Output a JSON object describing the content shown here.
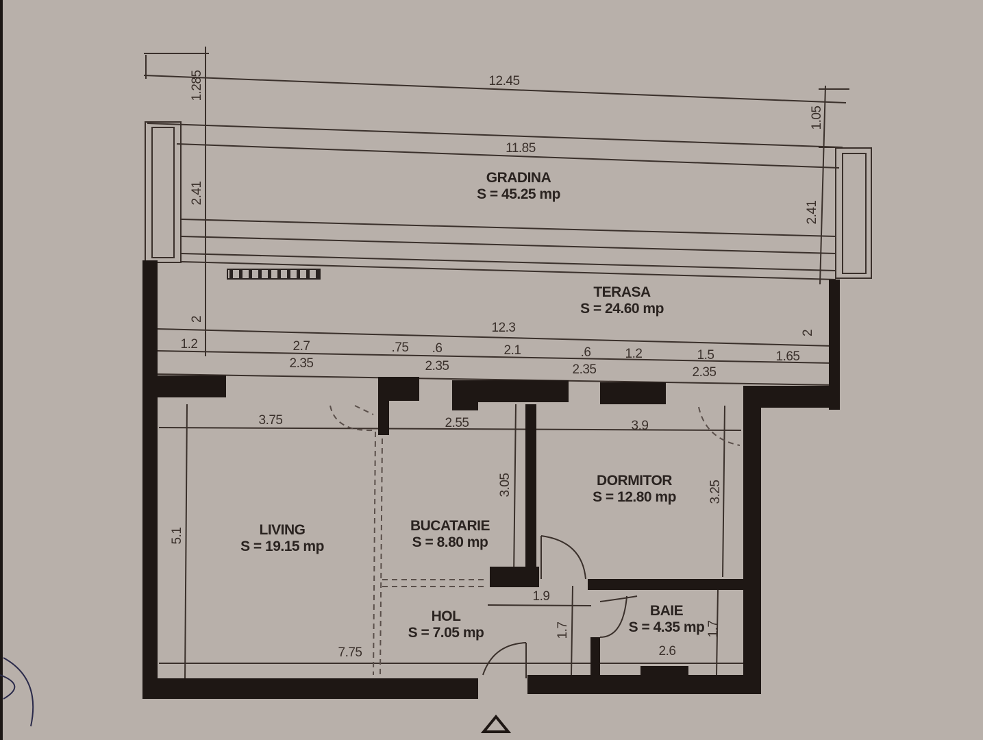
{
  "plan": {
    "rooms": [
      {
        "id": "gradina",
        "name": "GRADINA",
        "area": "S = 45.25 mp"
      },
      {
        "id": "terasa",
        "name": "TERASA",
        "area": "S = 24.60 mp"
      },
      {
        "id": "living",
        "name": "LIVING",
        "area": "S = 19.15 mp"
      },
      {
        "id": "bucatarie",
        "name": "BUCATARIE",
        "area": "S = 8.80 mp"
      },
      {
        "id": "dormitor",
        "name": "DORMITOR",
        "area": "S = 12.80 mp"
      },
      {
        "id": "hol",
        "name": "HOL",
        "area": "S = 7.05 mp"
      },
      {
        "id": "baie",
        "name": "BAIE",
        "area": "S = 4.35 mp"
      }
    ],
    "dimensions": {
      "overall_top": "12.45",
      "garden_inner": "11.85",
      "left_offset": "1.285",
      "right_offset": "1.05",
      "garden_depth_left": "2.41",
      "garden_depth_right": "2.41",
      "terrace_depth_left": "2",
      "terrace_depth_right": "2",
      "terrace_width": "12.3",
      "facade_segments": [
        "1.2",
        "2.7",
        ".75",
        ".6",
        "2.1",
        ".6",
        "1.2",
        "1.5",
        "1.65"
      ],
      "window_heights": [
        "2.35",
        "2.35",
        "2.35",
        "2.35"
      ],
      "living_width": "3.75",
      "kitchen_width": "2.55",
      "bedroom_width": "3.9",
      "living_depth": "5.1",
      "kitchen_depth": "3.05",
      "bedroom_depth": "3.25",
      "hall_width": "1.9",
      "hall_depth": "1.7",
      "bath_depth": "1.7",
      "bath_width": "2.6",
      "apartment_width": "7.75"
    },
    "entrance_marker": "△"
  }
}
